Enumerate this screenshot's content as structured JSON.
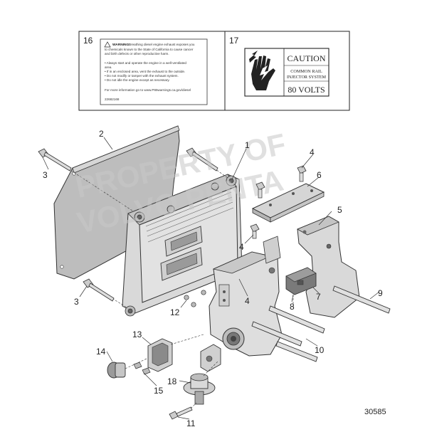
{
  "labels_panel": {
    "box16": {
      "number": "16",
      "warning_title": "WARNING:",
      "warning_lines": [
        "Breathing diesel engine exhaust exposes you",
        "to chemicals known to the State of California to cause cancer",
        "and birth defects or other reproductive harm.",
        "• Always start and operate the engine in a well-ventilated",
        "  area.",
        "• If in an enclosed area, vent the exhaust to the outside.",
        "• Do not modify or tamper with the exhaust system.",
        "• Do not idle the engine except as necessary.",
        "For more information go to www.P65warnings.ca.gov/diesel",
        "22682168"
      ]
    },
    "box17": {
      "number": "17",
      "caution_title": "CAUTION",
      "caution_line1": "COMMON RAIL",
      "caution_line2": "INJECTOR SYSTEM",
      "caution_voltage": "80 VOLTS"
    }
  },
  "watermark": {
    "line1": "PROPERTY OF",
    "line2": "VOLVO PENTA"
  },
  "callouts": [
    "1",
    "2",
    "3",
    "3",
    "4",
    "4",
    "4",
    "5",
    "6",
    "7",
    "8",
    "9",
    "10",
    "11",
    "12",
    "13",
    "14",
    "15",
    "18"
  ],
  "figure_number": "30585"
}
